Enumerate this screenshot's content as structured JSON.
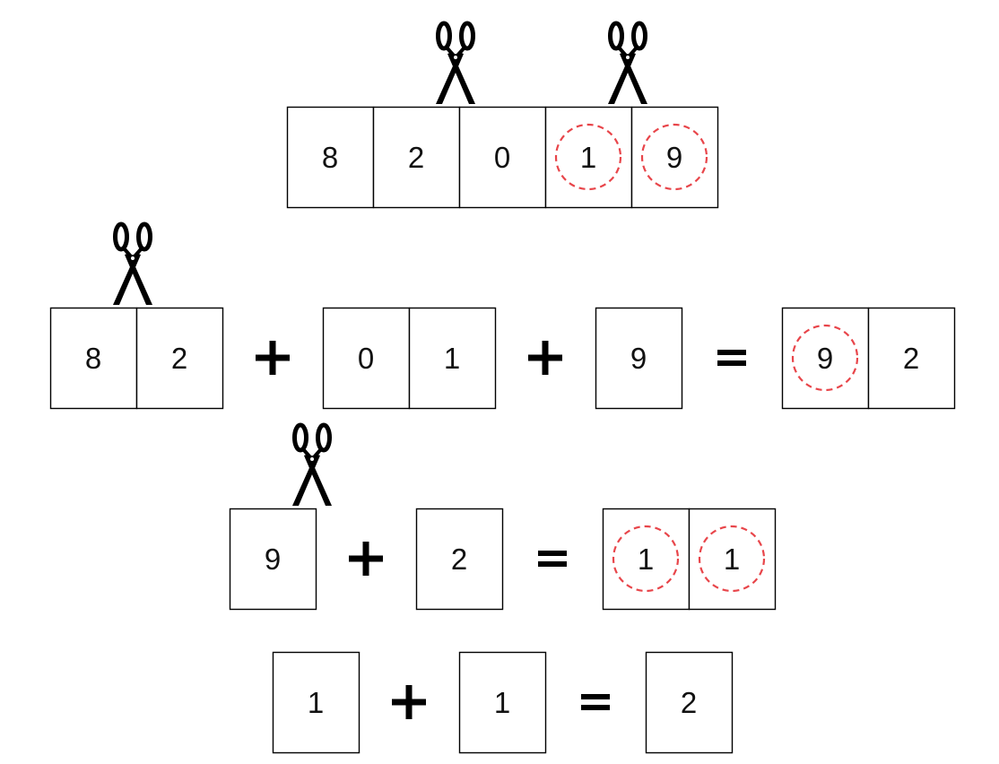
{
  "rows": [
    {
      "groups": [
        {
          "digits": [
            {
              "text": "8",
              "circled": false
            },
            {
              "text": "2",
              "circled": false
            },
            {
              "text": "0",
              "circled": false
            },
            {
              "text": "1",
              "circled": true
            },
            {
              "text": "9",
              "circled": true
            }
          ]
        }
      ],
      "operators": [],
      "cuts_after": [
        1,
        3
      ]
    },
    {
      "groups": [
        {
          "digits": [
            {
              "text": "8",
              "circled": false
            },
            {
              "text": "2",
              "circled": false
            }
          ]
        },
        {
          "digits": [
            {
              "text": "0",
              "circled": false
            },
            {
              "text": "1",
              "circled": false
            }
          ]
        },
        {
          "digits": [
            {
              "text": "9",
              "circled": false
            }
          ]
        },
        {
          "digits": [
            {
              "text": "9",
              "circled": true
            },
            {
              "text": "2",
              "circled": false
            }
          ]
        }
      ],
      "operators": [
        "plus",
        "plus",
        "equals"
      ],
      "cuts_after": [
        0
      ]
    },
    {
      "groups": [
        {
          "digits": [
            {
              "text": "9",
              "circled": false
            }
          ]
        },
        {
          "digits": [
            {
              "text": "2",
              "circled": false
            }
          ]
        },
        {
          "digits": [
            {
              "text": "1",
              "circled": true
            },
            {
              "text": "1",
              "circled": true
            }
          ]
        }
      ],
      "operators": [
        "plus",
        "equals"
      ],
      "cuts_after": [
        0
      ]
    },
    {
      "groups": [
        {
          "digits": [
            {
              "text": "1",
              "circled": false
            }
          ]
        },
        {
          "digits": [
            {
              "text": "1",
              "circled": false
            }
          ]
        },
        {
          "digits": [
            {
              "text": "2",
              "circled": false
            }
          ]
        }
      ],
      "operators": [
        "plus",
        "equals"
      ],
      "cuts_after": []
    }
  ],
  "colors": {
    "box_stroke": "#000000",
    "digit": "#111111",
    "circle": "#e8454a",
    "operator": "#000000",
    "scissors": "#000000"
  },
  "icons": {
    "cut": "scissors-icon",
    "plus": "plus-icon",
    "equals": "equals-icon"
  }
}
